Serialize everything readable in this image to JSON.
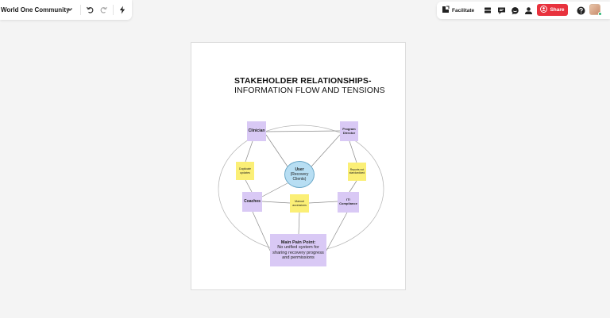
{
  "toolbar": {
    "board_name": "World One Community",
    "facilitate_label": "Facilitate",
    "share_label": "Share"
  },
  "colors": {
    "share": "#e8323d",
    "sticky_purple": "#d9c9f5",
    "sticky_yellow": "#fbef76",
    "user_circle": "#b7def3"
  },
  "icons": [
    "chevron-down-icon",
    "undo-icon",
    "redo-icon",
    "lightning-icon",
    "facilitate-icon",
    "cards-icon",
    "comments-icon",
    "chat-icon",
    "person-icon",
    "share-icon",
    "help-icon"
  ],
  "canvas": {
    "title_line1": "STAKEHOLDER RELATIONSHIPS-",
    "title_line2": "INFORMATION FLOW AND TENSIONS",
    "nodes": {
      "clinician": "Clinician",
      "program_director_1": "Program",
      "program_director_2": "Director",
      "coaches": "Coaches",
      "it_compliance_1": "IT/",
      "it_compliance_2": "Compliance",
      "user_1": "User",
      "user_2": "(Recovery",
      "user_3": "Clients)"
    },
    "notes": {
      "duplicate_updates_1": "Duplicate",
      "duplicate_updates_2": "updates",
      "reports_1": "Reports not",
      "reports_2": "standardized",
      "manual_1": "Manual",
      "manual_2": "accessions"
    },
    "pain_point": {
      "heading": "Main Pain Point:",
      "line1": "No unified system for",
      "line2": "sharing recovery progress",
      "line3": "and permissions"
    }
  }
}
